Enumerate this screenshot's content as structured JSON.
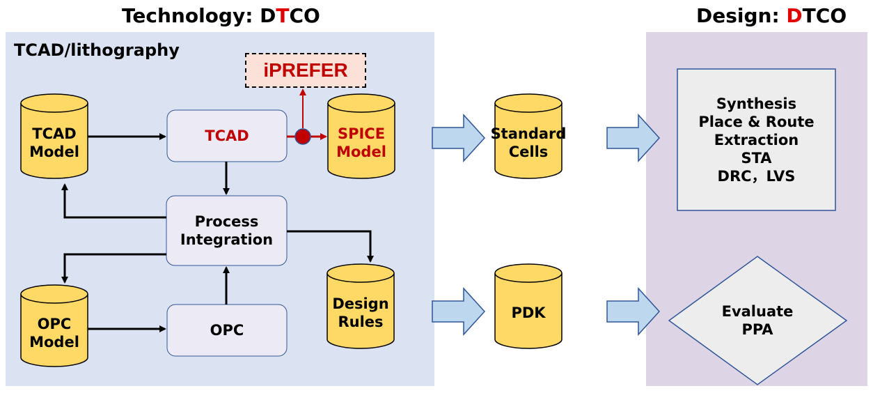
{
  "titles": {
    "technology_prefix": "Technology: D",
    "technology_red": "T",
    "technology_suffix": "CO",
    "design_prefix": "Design: ",
    "design_red": "D",
    "design_suffix": "TCO"
  },
  "subtitle": "TCAD/lithography",
  "nodes": {
    "tcad_model": "TCAD\nModel",
    "tcad": "TCAD",
    "spice_model": "SPICE\nModel",
    "iprefer": "iPREFER",
    "process_integration": "Process\nIntegration",
    "opc_model": "OPC\nModel",
    "opc": "OPC",
    "design_rules": "Design\nRules",
    "standard_cells": "Standard\nCells",
    "pdk": "PDK",
    "design_flow": "Synthesis\nPlace & Route\nExtraction\nSTA\nDRC，LVS",
    "evaluate_ppa": "Evaluate\nPPA"
  },
  "colors": {
    "tech_panel": "#dbe3f3",
    "design_panel": "#ddd5e6",
    "cylinder_fill": "#ffd966",
    "process_box_fill": "#eceaf4",
    "design_box_fill": "#ededed",
    "red_accent": "#c00000",
    "block_arrow_fill": "#bdd7ee"
  }
}
